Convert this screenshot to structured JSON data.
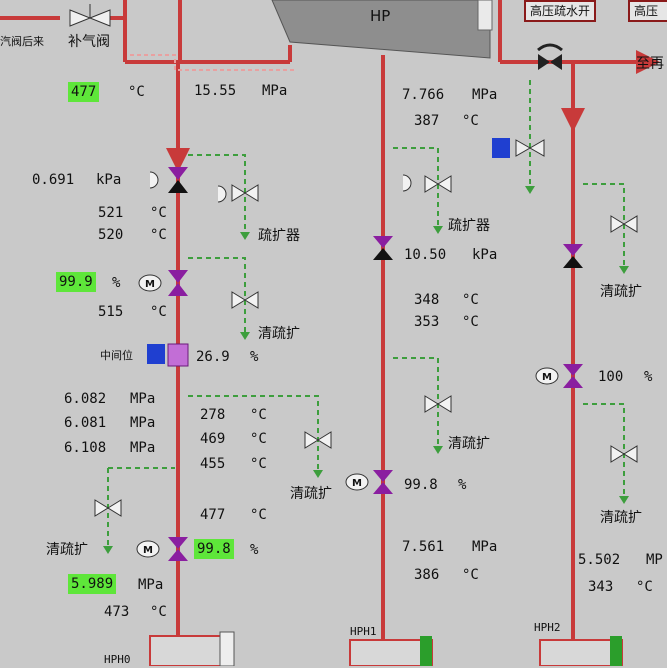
{
  "header": {
    "turbine_label": "HP",
    "hp_drain_button": "高压疏水开",
    "right_button_partial": "高压",
    "left_pipe_label_partial": "汽阀后来",
    "make_up_valve_label": "补气阀",
    "outlet_label_partial": "至再"
  },
  "left_column": {
    "temp_top_value": "477",
    "temp_top_unit": "°C",
    "pressure_top_value": "15.55",
    "pressure_top_unit": "MPa",
    "vacuum_value": "0.691",
    "vacuum_unit": "kPa",
    "temp1_value": "521",
    "temp1_unit": "°C",
    "temp2_value": "520",
    "temp2_unit": "°C",
    "drain_label_1": "疏扩器",
    "valve_open_value": "99.9",
    "valve_open_unit": "%",
    "temp3_value": "515",
    "temp3_unit": "°C",
    "clear_drain_label": "清疏扩",
    "mid_level_label": "中间位",
    "mid_level_value": "26.9",
    "mid_level_unit": "%",
    "pressures": [
      {
        "value": "6.082",
        "unit": "MPa"
      },
      {
        "value": "6.081",
        "unit": "MPa"
      },
      {
        "value": "6.108",
        "unit": "MPa"
      }
    ],
    "temps_right": [
      {
        "value": "278",
        "unit": "°C"
      },
      {
        "value": "469",
        "unit": "°C"
      },
      {
        "value": "455",
        "unit": "°C"
      }
    ],
    "clear_drain_label_2": "清疏扩",
    "temp_477_value": "477",
    "temp_477_unit": "°C",
    "clear_drain_label_3": "清疏扩",
    "valve2_value": "99.8",
    "valve2_unit": "%",
    "pressure_bottom_value": "5.989",
    "pressure_bottom_unit": "MPa",
    "temp_bottom_value": "473",
    "temp_bottom_unit": "°C",
    "heater_label": "HPH0"
  },
  "middle_column": {
    "pressure_value": "7.766",
    "pressure_unit": "MPa",
    "temp_value": "387",
    "temp_unit": "°C",
    "drain_label": "疏扩器",
    "kpa_value": "10.50",
    "kpa_unit": "kPa",
    "temp2_value": "348",
    "temp2_unit": "°C",
    "temp3_value": "353",
    "temp3_unit": "°C",
    "clear_drain_label": "清疏扩",
    "valve_value": "99.8",
    "valve_unit": "%",
    "pressure_bottom_value": "7.561",
    "pressure_bottom_unit": "MPa",
    "temp_bottom_value": "386",
    "temp_bottom_unit": "°C",
    "heater_label": "HPH1"
  },
  "right_column": {
    "clear_drain_label_1": "清疏扩",
    "valve_value": "100",
    "valve_unit": "%",
    "clear_drain_label_2": "清疏扩",
    "pressure_partial_value": "5.502",
    "pressure_partial_unit": "MP",
    "temp_value": "343",
    "temp_unit": "°C",
    "heater_label": "HPH2"
  },
  "colors": {
    "background": "#c9c9c9",
    "pipe_red": "#c83a3a",
    "pipe_light_red": "#e07070",
    "valve_purple": "#8a1ea0",
    "valve_black": "#111111",
    "dashed_green": "#3d9e3d",
    "highlight_green": "#5ee63a",
    "level_blue": "#1f3fd0"
  }
}
